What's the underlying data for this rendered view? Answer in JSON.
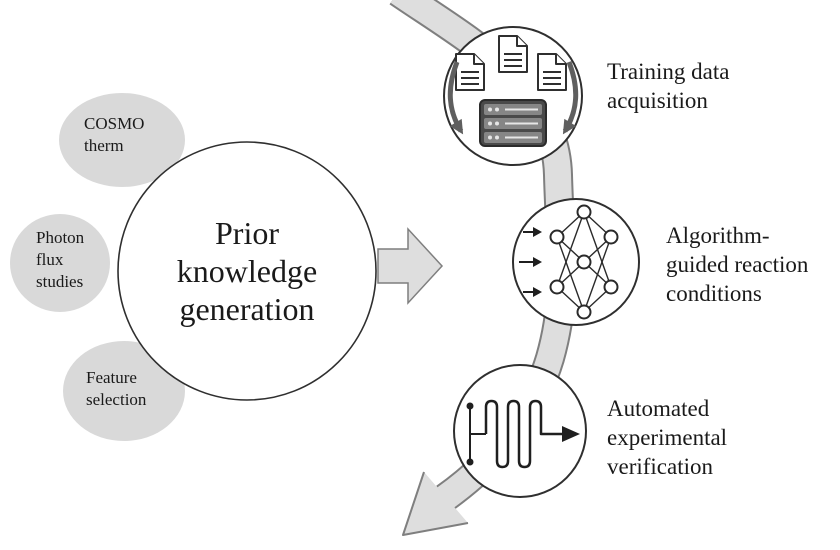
{
  "colors": {
    "bubble_fill": "#d9d9d9",
    "band_fill": "#dedede",
    "band_outline": "#7f7f7f",
    "circle_fill": "#ffffff",
    "circle_stroke": "#2f2f2f",
    "icon_dark": "#1f1f1f",
    "server_fill": "#4a4a4a",
    "text": "#1a1a1a"
  },
  "left_cluster": {
    "bubbles": [
      {
        "label": "COSMO\ntherm"
      },
      {
        "label": "Photon\nflux\nstudies"
      },
      {
        "label": "Feature\nselection"
      }
    ],
    "main_circle": {
      "label": "Prior\nknowledge\ngeneration"
    }
  },
  "steps": [
    {
      "label": "Training data\nacquisition",
      "icon": "documents-and-server-icon"
    },
    {
      "label": "Algorithm-\nguided reaction\nconditions",
      "icon": "neural-network-icon"
    },
    {
      "label": "Automated\nexperimental\nverification",
      "icon": "flow-reactor-icon"
    }
  ]
}
